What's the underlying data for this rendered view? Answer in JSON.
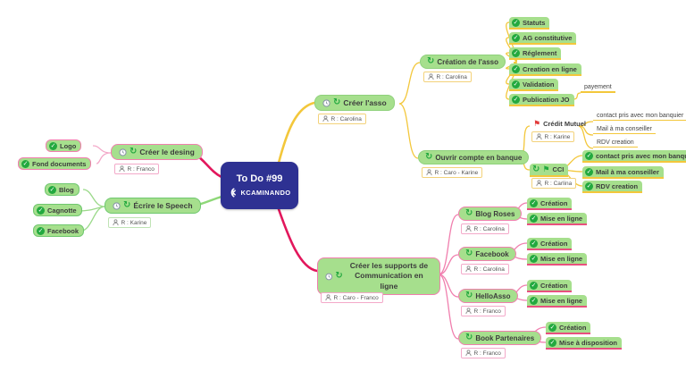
{
  "center": {
    "title": "To Do #99",
    "brand": "KCAMINANDO"
  },
  "icons": {
    "check": "✓",
    "sync": "↻",
    "flag": "⚑"
  },
  "colors": {
    "center_bg": "#2E3192",
    "node_green": "#A6DF8D",
    "check_green": "#23A93F",
    "branch_yellow": "#F3C73B",
    "branch_crimson": "#E2175C",
    "branch_green": "#8ED878",
    "branch_pink": "#F07FAE"
  },
  "left": {
    "design": {
      "label": "Créer le desing",
      "assignee": "R : Franco",
      "children": {
        "logo": "Logo",
        "fond": "Fond documents"
      }
    },
    "speech": {
      "label": "Écrire le Speech",
      "assignee": "R : Karine",
      "children": {
        "blog": "Blog",
        "cagnotte": "Cagnotte",
        "facebook": "Facebook"
      }
    }
  },
  "asso": {
    "label": "Créer l'asso",
    "assignee": "R : Carolina",
    "creation": {
      "label": "Création de l'asso",
      "assignee": "R : Carolina",
      "items": {
        "statuts": "Statuts",
        "ag": "AG constitutive",
        "reglement": "Réglement",
        "creation_ligne": "Creation en ligne",
        "validation": "Validation",
        "publication": "Publication JO",
        "payement": "payement"
      }
    },
    "banque": {
      "label": "Ouvrir compte en banque",
      "assignee": "R : Caro - Karine",
      "credit_mutuel": {
        "label": "Crédit Mutuel",
        "assignee": "R : Karine",
        "items": {
          "contact": "contact pris avec mon banquier",
          "mail": "Mail à ma conseiller",
          "rdv": "RDV creation"
        }
      },
      "cci": {
        "label": "CCI",
        "assignee": "R : Carlina",
        "items": {
          "contact": "contact pris avec mon banquier",
          "mail": "Mail à ma conseiller",
          "rdv": "RDV creation"
        }
      }
    }
  },
  "supports": {
    "label": "Créer les supports de Communication en ligne",
    "assignee": "R : Caro - Franco",
    "blog_roses": {
      "label": "Blog Roses",
      "assignee": "R : Carolina",
      "items": {
        "creation": "Création",
        "mise": "Mise en ligne"
      }
    },
    "facebook": {
      "label": "Facebook",
      "assignee": "R : Carolina",
      "items": {
        "creation": "Création",
        "mise": "Mise en ligne"
      }
    },
    "helloasso": {
      "label": "HelloAsso",
      "assignee": "R : Franco",
      "items": {
        "creation": "Création",
        "mise": "Mise en ligne"
      }
    },
    "book": {
      "label": "Book Partenaires",
      "assignee": "R : Franco",
      "items": {
        "creation": "Création",
        "mise": "Mise à disposition"
      }
    }
  }
}
